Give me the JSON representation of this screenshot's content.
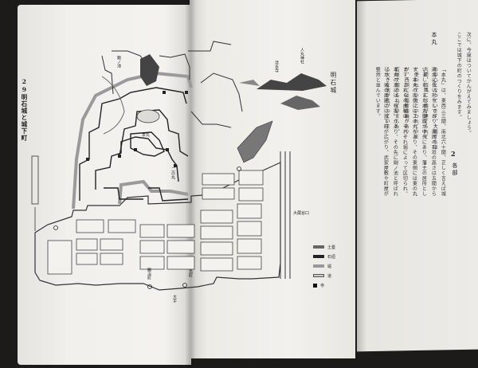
{
  "figure": {
    "number": "29",
    "caption": "明石城と城下町",
    "title": "明石城"
  },
  "map_labels": {
    "hitomaru_shrine": "人丸神社",
    "seiraiji": "清水寺",
    "tsurunoike": "剛ノ池",
    "honmaru": "本丸",
    "ninomaru": "二の丸",
    "ohashiguchi": "大蔵谷口",
    "ootemon": "大手",
    "kosamachi": "鍛冶町",
    "shimamachi": "島町"
  },
  "legend": [
    {
      "label": "土塁",
      "color": "#666666"
    },
    {
      "label": "石垣",
      "color": "#222222"
    },
    {
      "label": "堀",
      "color": "#999999"
    },
    {
      "label": "道",
      "color": "#cccccc"
    },
    {
      "label": "寺",
      "color": "#111111"
    }
  ],
  "right_page": {
    "section_number": "2",
    "section_title": "各部",
    "heading": "本丸",
    "columns": [
      "「本丸」は、東西三三間、南北六十間、正しく言えば城の中心となっています。大概すらは",
      "南北に長い形をしており、周囲の石垣の高さは五間から六間、四隅には櫓が建てられて",
      "いました。また本丸御殿が中央にあり、藩主の居所として使われていたといわれていま",
      "す。本丸の南側には二の丸があり、その東側には東の丸が、西側には稲荷曲輪があり",
      "ます。これらの曲輪は、それぞれ堀によって区切られ、石垣で固められていました。",
      "本丸の北には「桜堀」があり、その先に剛ノ池と呼ばれる大きな池が広がっていま",
      "した。城の周囲には城下町が広がり、武家屋敷や町屋が整然と並んでいます。"
    ]
  },
  "third_page": {
    "columns": [
      "次に、今度はついてかんがえてみましょう。",
      "ここでは城下の町のつくりをみます。"
    ]
  }
}
